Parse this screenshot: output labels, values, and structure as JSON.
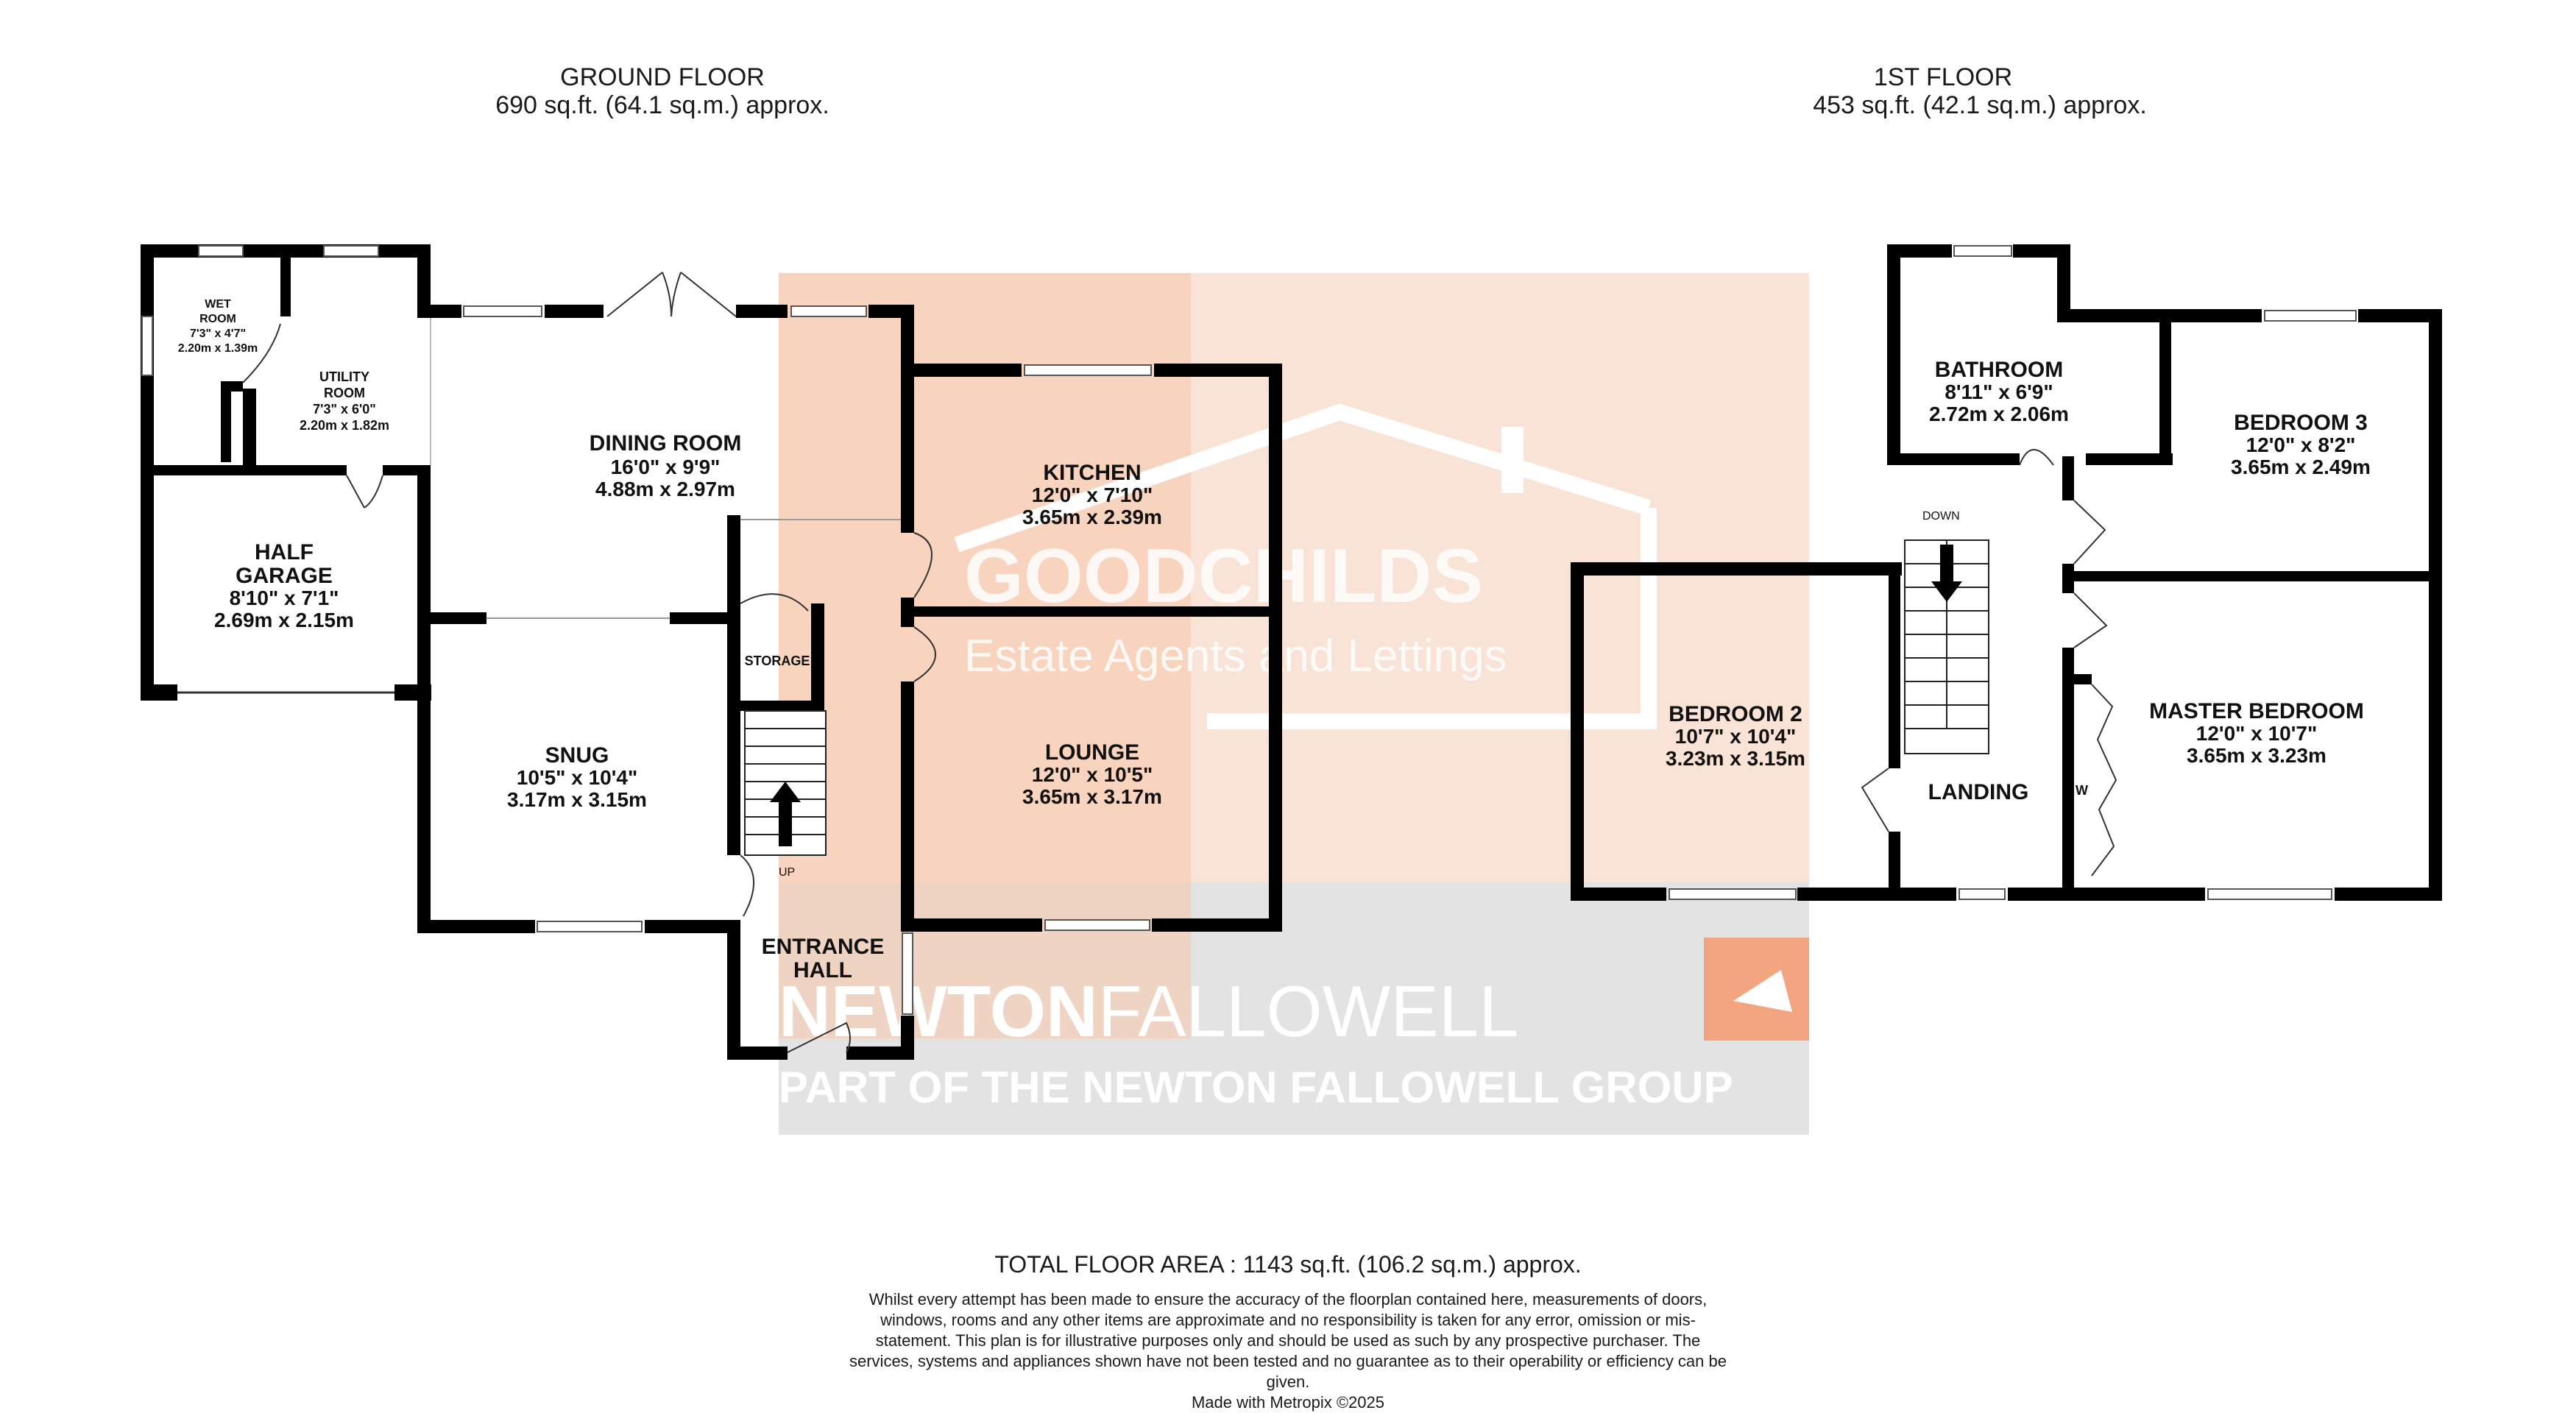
{
  "ground_floor": {
    "title": "GROUND FLOOR",
    "area": "690 sq.ft. (64.1 sq.m.) approx."
  },
  "first_floor": {
    "title": "1ST FLOOR",
    "area": "453 sq.ft. (42.1 sq.m.) approx."
  },
  "rooms": {
    "wet_room": {
      "name1": "WET",
      "name2": "ROOM",
      "imperial": "7'3\" x 4'7\"",
      "metric": "2.20m x 1.39m"
    },
    "utility_room": {
      "name1": "UTILITY",
      "name2": "ROOM",
      "imperial": "7'3\" x 6'0\"",
      "metric": "2.20m x 1.82m"
    },
    "dining_room": {
      "name": "DINING ROOM",
      "imperial": "16'0\" x 9'9\"",
      "metric": "4.88m x 2.97m"
    },
    "kitchen": {
      "name": "KITCHEN",
      "imperial": "12'0\" x 7'10\"",
      "metric": "3.65m x 2.39m"
    },
    "half_garage": {
      "name1": "HALF",
      "name2": "GARAGE",
      "imperial": "8'10\" x 7'1\"",
      "metric": "2.69m x 2.15m"
    },
    "storage": {
      "name": "STORAGE"
    },
    "snug": {
      "name": "SNUG",
      "imperial": "10'5\" x 10'4\"",
      "metric": "3.17m x 3.15m"
    },
    "lounge": {
      "name": "LOUNGE",
      "imperial": "12'0\" x 10'5\"",
      "metric": "3.65m x 3.17m"
    },
    "entrance_hall": {
      "name1": "ENTRANCE",
      "name2": "HALL"
    },
    "bathroom": {
      "name": "BATHROOM",
      "imperial": "8'11\" x 6'9\"",
      "metric": "2.72m x 2.06m"
    },
    "bedroom3": {
      "name": "BEDROOM 3",
      "imperial": "12'0\" x 8'2\"",
      "metric": "3.65m x 2.49m"
    },
    "bedroom2": {
      "name": "BEDROOM 2",
      "imperial": "10'7\" x 10'4\"",
      "metric": "3.23m x 3.15m"
    },
    "master_bedroom": {
      "name": "MASTER BEDROOM",
      "imperial": "12'0\" x 10'7\"",
      "metric": "3.65m x 3.23m"
    },
    "landing": {
      "name": "LANDING"
    }
  },
  "stair_labels": {
    "up": "UP",
    "down": "DOWN",
    "w": "W"
  },
  "watermarks": {
    "goodchilds": "GOODCHILDS",
    "goodchilds_sub": "Estate Agents and Lettings",
    "newton_bold": "NEWTON",
    "newton_light": "FALLOWELL",
    "newton_sub": "PART OF THE NEWTON FALLOWELL GROUP"
  },
  "footer": {
    "total": "TOTAL FLOOR AREA : 1143 sq.ft. (106.2 sq.m.) approx.",
    "disclaimer": "Whilst every attempt has been made to ensure the accuracy of the floorplan contained here, measurements of doors, windows, rooms and any other items are approximate and no responsibility is taken for any error, omission or mis-statement. This plan is for illustrative purposes only and should be used as such by any prospective purchaser. The services, systems and appliances shown have not been tested and no guarantee as to their operability or efficiency can be given.",
    "credit": "Made with Metropix ©2025"
  },
  "colors": {
    "wall": "#000000",
    "watermark_top": "#f9e3d6",
    "watermark_bottom": "#d9d9d9",
    "accent": "#f3a580"
  }
}
